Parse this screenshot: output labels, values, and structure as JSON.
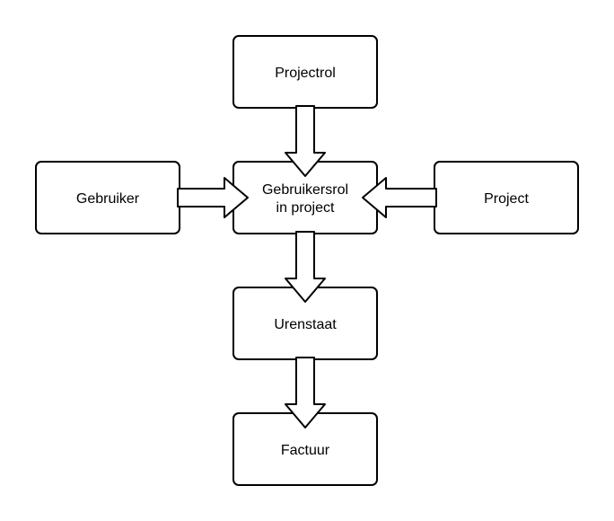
{
  "diagram": {
    "nodes": [
      {
        "id": "projectrol",
        "lines": [
          "Projectrol"
        ]
      },
      {
        "id": "gebruiker",
        "lines": [
          "Gebruiker"
        ]
      },
      {
        "id": "gebruikersrol",
        "lines": [
          "Gebruikersrol",
          "in project"
        ]
      },
      {
        "id": "project",
        "lines": [
          "Project"
        ]
      },
      {
        "id": "urenstaat",
        "lines": [
          "Urenstaat"
        ]
      },
      {
        "id": "factuur",
        "lines": [
          "Factuur"
        ]
      }
    ],
    "edges": [
      {
        "from": "projectrol",
        "to": "gebruikersrol"
      },
      {
        "from": "gebruiker",
        "to": "gebruikersrol"
      },
      {
        "from": "project",
        "to": "gebruikersrol"
      },
      {
        "from": "gebruikersrol",
        "to": "urenstaat"
      },
      {
        "from": "urenstaat",
        "to": "factuur"
      }
    ]
  }
}
